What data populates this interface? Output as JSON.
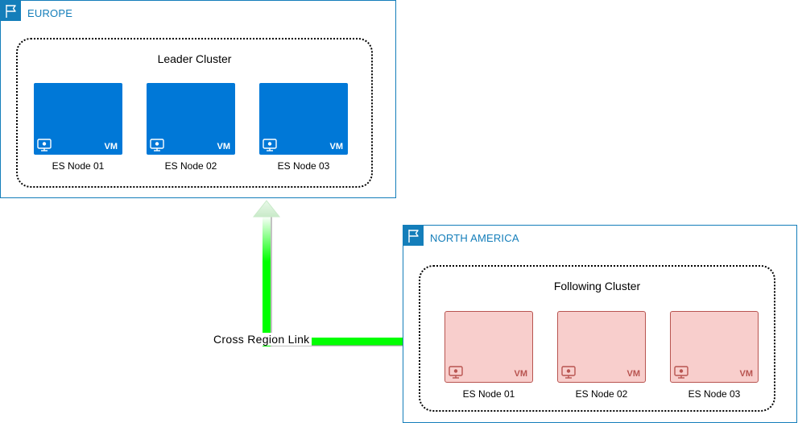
{
  "regions": [
    {
      "name": "EUROPE",
      "cluster": {
        "title": "Leader Cluster",
        "nodes": [
          {
            "label": "ES Node 01",
            "tag": "VM"
          },
          {
            "label": "ES Node 02",
            "tag": "VM"
          },
          {
            "label": "ES Node 03",
            "tag": "VM"
          }
        ]
      }
    },
    {
      "name": "NORTH AMERICA",
      "cluster": {
        "title": "Following Cluster",
        "nodes": [
          {
            "label": "ES Node 01",
            "tag": "VM"
          },
          {
            "label": "ES Node 02",
            "tag": "VM"
          },
          {
            "label": "ES Node 03",
            "tag": "VM"
          }
        ]
      }
    }
  ],
  "link": {
    "label": "Cross Region Link"
  },
  "colors": {
    "region_border": "#147eba",
    "leader_vm_fill": "#0078d7",
    "follower_vm_fill": "#f8cecc",
    "follower_vm_stroke": "#b85450",
    "link_green": "#00ff00"
  },
  "icons": {
    "region": "flag-icon",
    "vm": "monitor-icon"
  }
}
